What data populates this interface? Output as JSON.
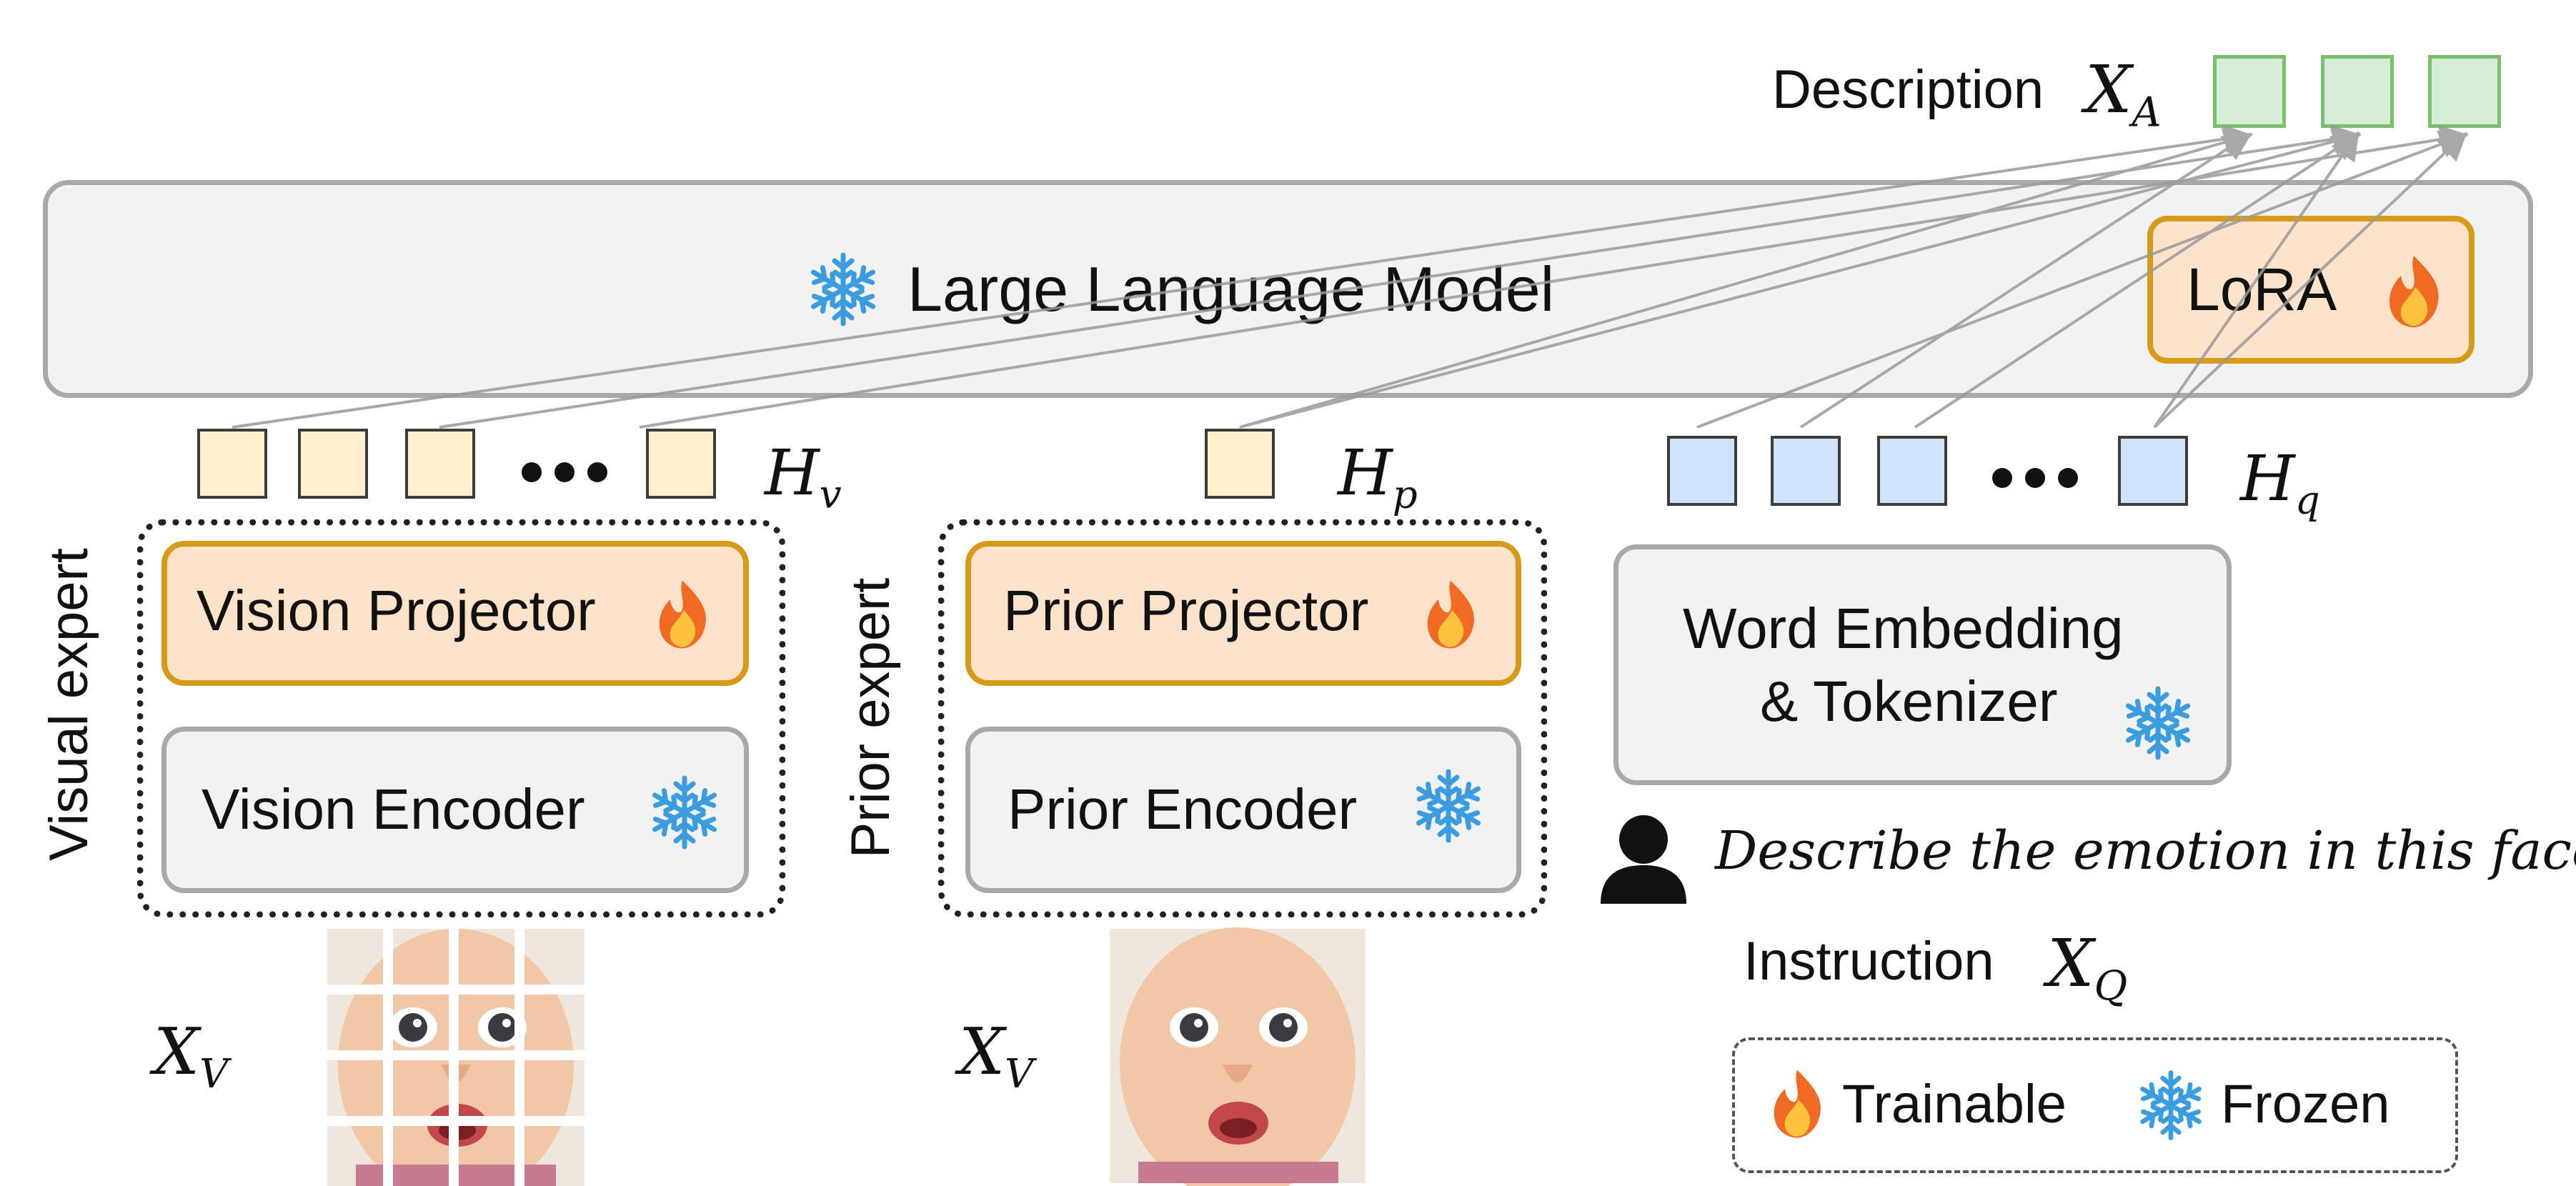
{
  "llm": {
    "label": "Large Language Model",
    "icon": "snowflake-icon"
  },
  "lora": {
    "label": "LoRA",
    "icon": "flame-icon"
  },
  "output": {
    "label": "Description",
    "symbol": "X",
    "subscript": "A"
  },
  "tokens": {
    "visual": {
      "symbol": "H",
      "subscript": "v"
    },
    "prior": {
      "symbol": "H",
      "subscript": "p"
    },
    "query": {
      "symbol": "H",
      "subscript": "q"
    }
  },
  "visual_expert": {
    "title": "Visual expert",
    "projector": "Vision Projector",
    "encoder": "Vision Encoder",
    "input": {
      "symbol": "X",
      "subscript": "V"
    }
  },
  "prior_expert": {
    "title": "Prior expert",
    "projector": "Prior Projector",
    "encoder": "Prior Encoder",
    "input": {
      "symbol": "X",
      "subscript": "V"
    }
  },
  "text_branch": {
    "embedder_line1": "Word Embedding",
    "embedder_line2": "& Tokenizer",
    "prompt": "Describe the emotion in this face.",
    "instruction_label": "Instruction",
    "instruction": {
      "symbol": "X",
      "subscript": "Q"
    }
  },
  "legend": {
    "trainable": "Trainable",
    "frozen": "Frozen"
  },
  "colors": {
    "trainable_fill": "#fde3cc",
    "trainable_border": "#d79b19",
    "frozen_fill": "#f2f2f2",
    "snowflake": "#3b9ce0",
    "output_token": "#d6ecd6",
    "visual_token": "#fdf0cc",
    "query_token": "#cfe3fa"
  }
}
